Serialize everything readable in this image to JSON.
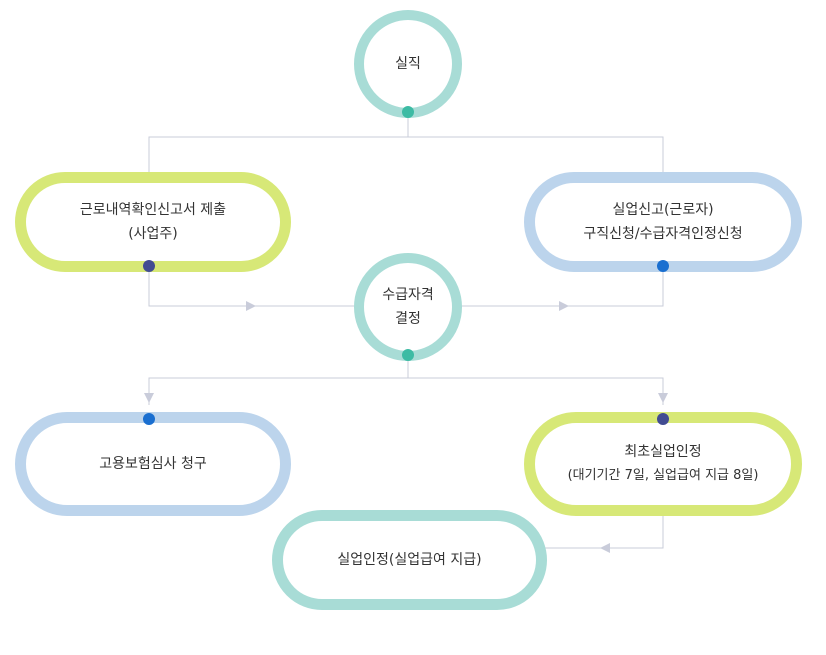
{
  "nodes": {
    "unemployment": {
      "label": "실직"
    },
    "employment_report": {
      "line1": "근로내역확인신고서 제출",
      "line2": "(사업주)"
    },
    "job_seeking_report": {
      "line1": "실업신고(근로자)",
      "line2": "구직신청/수급자격인정신청"
    },
    "eligibility_decision": {
      "line1": "수급자격",
      "line2": "결정"
    },
    "insurance_review": {
      "label": "고용보험심사 청구"
    },
    "first_recognition": {
      "line1": "최초실업인정",
      "line2": "(대기기간 7일, 실업급여 지급 8일)"
    },
    "recognition_payment": {
      "label": "실업인정(실업급여 지급)"
    }
  },
  "colors": {
    "teal_border": "#a8dcd6",
    "green_border": "#d7e877",
    "blue_border": "#bcd4ec",
    "teal_dot": "#3dbba4",
    "navy_dot": "#424c92",
    "blue_dot": "#1a6fd0",
    "connector": "#c9ccda"
  }
}
